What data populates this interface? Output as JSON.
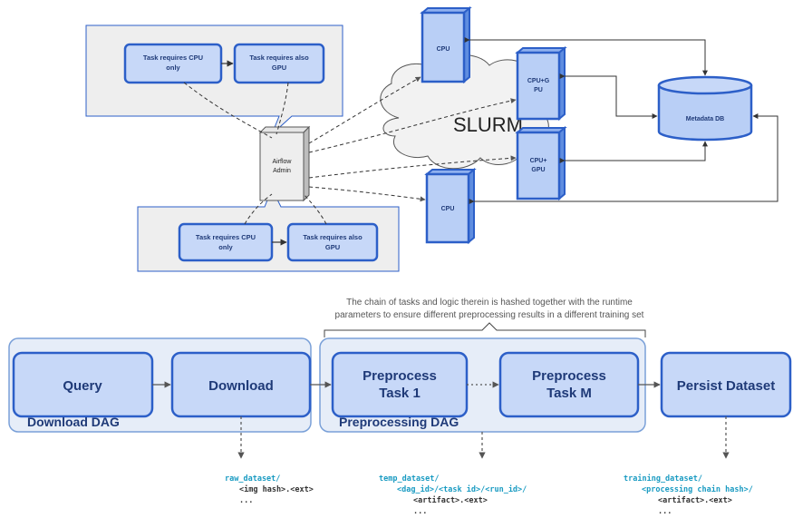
{
  "top": {
    "panel_top": {
      "task_cpu": [
        "Task requires CPU",
        "only"
      ],
      "task_gpu": [
        "Task requires also",
        "GPU"
      ]
    },
    "panel_bottom": {
      "task_cpu": [
        "Task requires CPU",
        "only"
      ],
      "task_gpu": [
        "Task requires also",
        "GPU"
      ]
    },
    "airflow": [
      "Airflow",
      "Admin"
    ],
    "slurm": "SLURM",
    "nodes": {
      "cpu_top": [
        "CPU"
      ],
      "cpugpu_top": [
        "CPU+G",
        "PU"
      ],
      "cpugpu_bottom": [
        "CPU+",
        "GPU"
      ],
      "cpu_bottom": [
        "CPU"
      ]
    },
    "metadata_db": "Metadata DB"
  },
  "bottom": {
    "note": [
      "The chain of tasks and logic therein is hashed together with the runtime",
      "parameters to ensure different preprocessing results in a different training set"
    ],
    "download_dag_label": "Download DAG",
    "preprocessing_dag_label": "Preprocessing DAG",
    "boxes": {
      "query": [
        "Query"
      ],
      "download": [
        "Download"
      ],
      "preprocess_1": [
        "Preprocess",
        "Task 1"
      ],
      "preprocess_m": [
        "Preprocess",
        "Task M"
      ],
      "persist": [
        "Persist Dataset"
      ]
    },
    "paths": {
      "raw": [
        "raw_dataset/",
        "<img hash>.<ext>",
        "..."
      ],
      "temp": [
        "temp_dataset/",
        "<dag_id>/<task id>/<run_id>/",
        "<artifact>.<ext>",
        "..."
      ],
      "training": [
        "training_dataset/",
        "<processing chain hash>/",
        "<artifact>.<ext>",
        "..."
      ]
    }
  },
  "colors": {
    "box_fill": "#c7d8f8",
    "box_stroke": "#2c5fc8",
    "node_fill": "#b9cff6",
    "panel_fill": "#eeeeee",
    "dag_fill": "#e6edf8",
    "dag_stroke": "#7aa0d8",
    "path_accent": "#1a9bc2"
  }
}
